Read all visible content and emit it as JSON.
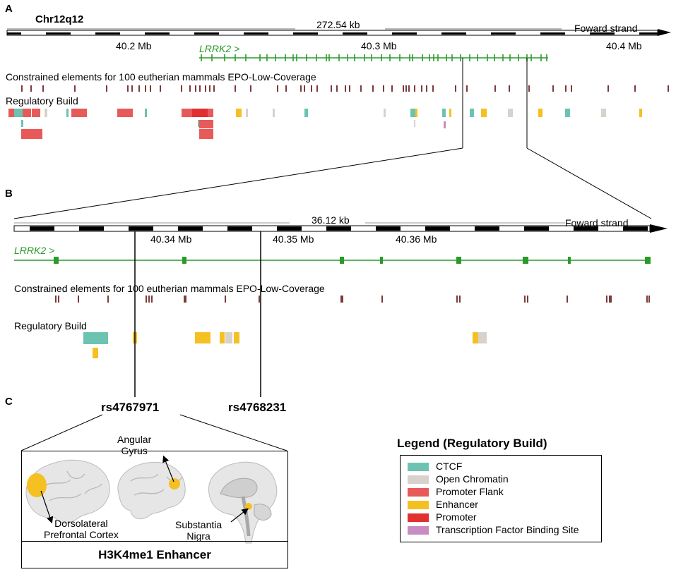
{
  "panels": {
    "a": "A",
    "b": "B",
    "c": "C"
  },
  "panel_a": {
    "chromosome": "Chr12q12",
    "span": "272.54 kb",
    "strand": "Foward strand",
    "ticks": [
      "40.2 Mb",
      "40.3 Mb",
      "40.4 Mb"
    ],
    "gene": "LRRK2 >",
    "constrained_title": "Constrained elements for 100 eutherian mammals EPO-Low-Coverage",
    "regulatory_title": "Regulatory Build"
  },
  "panel_b": {
    "span": "36.12 kb",
    "strand": "Foward strand",
    "ticks": [
      "40.34 Mb",
      "40.35 Mb",
      "40.36 Mb"
    ],
    "gene": "LRRK2 >",
    "constrained_title": "Constrained elements for 100 eutherian mammals EPO-Low-Coverage",
    "regulatory_title": "Regulatory Build"
  },
  "snps": {
    "snp1": "rs4767971",
    "snp2": "rs4768231"
  },
  "brain": {
    "angular": "Angular\nGyrus",
    "dlpfc": "Dorsolateral\nPrefrontal Cortex",
    "sn": "Substantia\nNigra",
    "caption": "H3K4me1 Enhancer"
  },
  "legend": {
    "title": "Legend (Regulatory Build)",
    "items": [
      {
        "label": "CTCF",
        "color": "#6cc3b2"
      },
      {
        "label": "Open Chromatin",
        "color": "#d8d2cc"
      },
      {
        "label": "Promoter Flank",
        "color": "#e85a5a"
      },
      {
        "label": "Enhancer",
        "color": "#f5c022"
      },
      {
        "label": "Promoter",
        "color": "#e03030"
      },
      {
        "label": "Transcription Factor Binding Site",
        "color": "#c78cc0"
      }
    ]
  },
  "colors": {
    "gene": "#2a9a2a",
    "constrained": "#7a3b3b",
    "ctcf": "#6cc3b2",
    "open": "#d8d2cc",
    "flank": "#e85a5a",
    "enhancer": "#f5c022",
    "promoter": "#e03030",
    "tfbs": "#c78cc0",
    "brain": "#e6e6e6",
    "highlight": "#f5c022"
  }
}
